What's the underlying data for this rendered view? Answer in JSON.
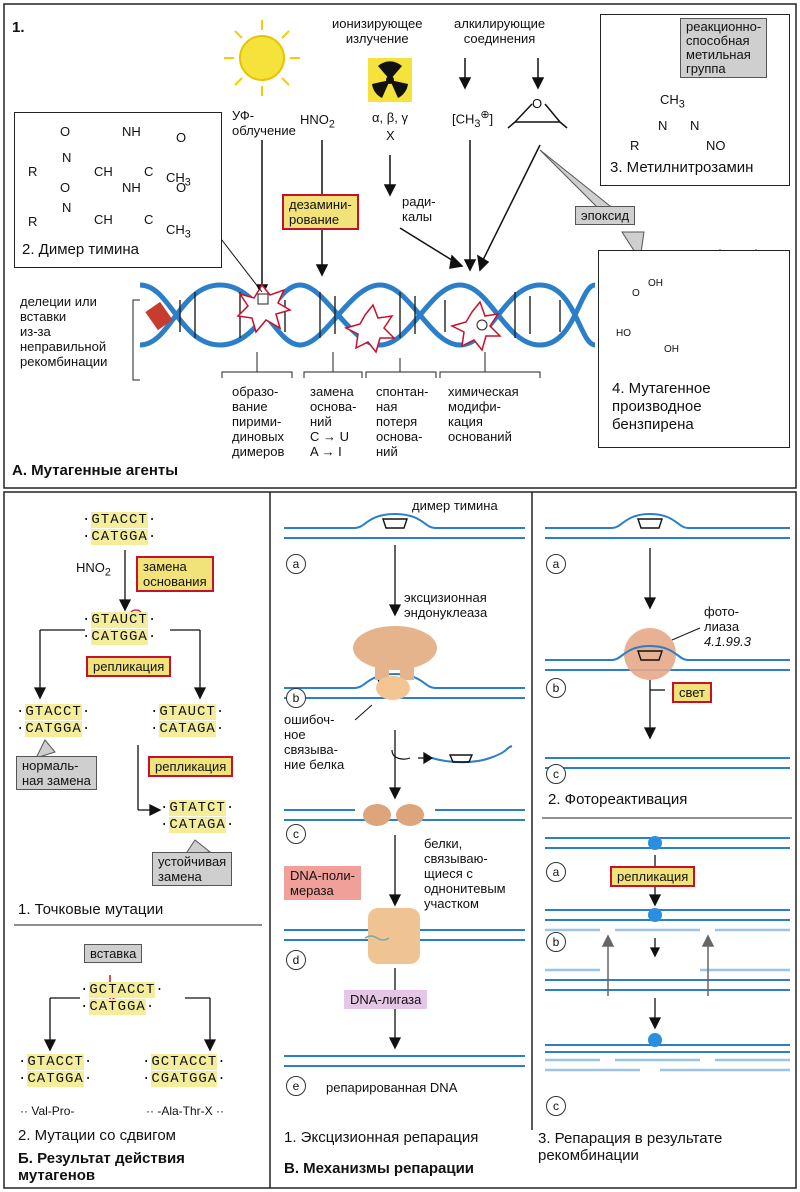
{
  "sectionA": {
    "number": "1.",
    "title": "А. Мутагенные агенты",
    "agents": {
      "ionizing": "ионизирующее\nизлучение",
      "alkylating": "алкилирующие\nсоединения",
      "uv": "УФ-\nоблучение",
      "hno2": "HNO",
      "hno2_sub": "2",
      "abg": "α, β, γ",
      "x": "X",
      "ch3": "[CH",
      "ch3_sub": "3",
      "ch3_end": "]",
      "radicals": "ради-\nкалы",
      "deamination": "дезамини-\nрование",
      "epoxide": "эпоксид"
    },
    "box2_title": "2. Димер тимина",
    "box3_title": "3. Метилнитрозамин",
    "box3_label": "реакционно-\nспособная\nметильная\nгруппа",
    "box4_title": "4. Мутагенное\nпроизводное\nбензпирена",
    "dna_left_label": "делеции или\nвставки\nиз-за\nнеправильной\nрекомбинации",
    "dna_labels": [
      "образо-\nвание\nпирими-\nдиновых\nдимеров",
      "замена\nоснова-\nний\nC → U\nA → I",
      "спонтан-\nная\nпотеря\nоснова-\nний",
      "химическая\nмодифи-\nкация\nоснований"
    ],
    "chem": {
      "o": "O",
      "nh": "NH",
      "n": "N",
      "r": "R",
      "ch": "CH",
      "c": "C",
      "ch3": "CH",
      "sub3": "3",
      "no": "NO",
      "oh": "OH",
      "ho": "HO"
    }
  },
  "sectionB": {
    "title": "Б. Результат действия\nмутагенов",
    "part1_title": "1. Точковые мутации",
    "part2_title": "2. Мутации со сдвигом",
    "seq_top1": "GTACCT",
    "seq_top2": "CATGGA",
    "hno2": "HNO",
    "hno2_sub": "2",
    "label_replace": "замена\nоснования",
    "seq_mid1": "GTAUCT",
    "seq_mid2": "CATGGA",
    "label_replication": "репликация",
    "seq_left1": "GTACCT",
    "seq_left2": "CATGGA",
    "seq_right1": "GTAUCT",
    "seq_right2": "CATAGA",
    "label_normal": "нормаль-\nная замена",
    "label_replication2": "репликация",
    "seq_final1": "GTATCT",
    "seq_final2": "CATAGA",
    "label_stable": "устойчивая\nзамена",
    "label_insert": "вставка",
    "seq_ins1": "GCTACCT",
    "seq_ins2": "CATGGA",
    "seq_res_l1": "GTACCT",
    "seq_res_l2": "CATGGA",
    "seq_res_r1": "GCTACCT",
    "seq_res_r2": "CGATGGA",
    "peptide_l": "·· Val-Pro-",
    "peptide_r": "·· -Ala-Thr-X ··"
  },
  "sectionC": {
    "title": "В. Механизмы репарации",
    "part1_title": "1. Эксцизионная репарация",
    "part2_title": "2. Фотореактивация",
    "part3_title": "3. Репарация в результате\nрекомбинации",
    "thymine_dimer": "димер тимина",
    "endonuclease": "эксцизионная\nэндонуклеаза",
    "misbinding": "ошибоч-\nное\nсвязыва-\nние белка",
    "ssb": "белки,\nсвязываю-\nщиеся с\nоднонитевым\nучастком",
    "polymerase": "DNA-поли-\nмераза",
    "ligase": "DNA-лигаза",
    "repaired": "репарированная DNA",
    "photolyase": "фото-\nлиаза",
    "ec": "4.1.99.3",
    "light": "свет",
    "replication": "репликация",
    "steps": [
      "a",
      "b",
      "c",
      "d",
      "e"
    ]
  }
}
